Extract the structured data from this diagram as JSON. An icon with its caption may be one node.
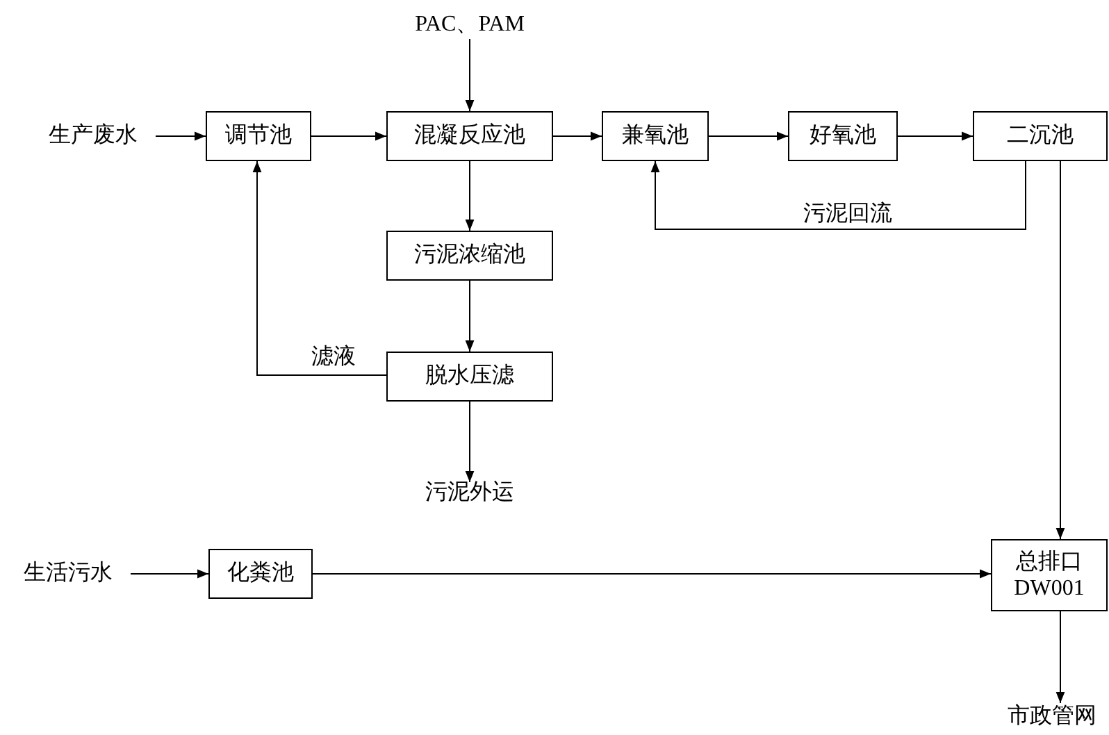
{
  "diagram": {
    "nodes": [
      {
        "text": [
          "生产废水"
        ]
      },
      {
        "text": [
          "调节池"
        ]
      },
      {
        "text": [
          "混凝反应池"
        ]
      },
      {
        "text": [
          "PAC、PAM"
        ]
      },
      {
        "text": [
          "兼氧池"
        ]
      },
      {
        "text": [
          "好氧池"
        ]
      },
      {
        "text": [
          "二沉池"
        ]
      },
      {
        "text": [
          "污泥浓缩池"
        ]
      },
      {
        "text": [
          "脱水压滤"
        ]
      },
      {
        "text": [
          "污泥外运"
        ]
      },
      {
        "text": [
          "生活污水"
        ]
      },
      {
        "text": [
          "化粪池"
        ]
      },
      {
        "text": [
          "总排口 DW001"
        ]
      },
      {
        "text": [
          "市政管网"
        ]
      }
    ],
    "edges": [
      {
        "from": 0,
        "to": 1,
        "arrow": "to"
      },
      {
        "from": 1,
        "to": 2,
        "arrow": "to"
      },
      {
        "from": 3,
        "to": 2,
        "arrow": "to"
      },
      {
        "from": 2,
        "to": 4,
        "arrow": "to"
      },
      {
        "from": 4,
        "to": 5,
        "arrow": "to"
      },
      {
        "from": 5,
        "to": 6,
        "arrow": "to"
      },
      {
        "from": 6,
        "to": 4,
        "arrow": "to",
        "label": "污泥回流"
      },
      {
        "from": 2,
        "to": 7,
        "arrow": "to"
      },
      {
        "from": 7,
        "to": 8,
        "arrow": "to"
      },
      {
        "from": 8,
        "to": 1,
        "arrow": "to",
        "label": "滤液"
      },
      {
        "from": 8,
        "to": 9,
        "arrow": "to"
      },
      {
        "from": 10,
        "to": 11,
        "arrow": "to"
      },
      {
        "from": 11,
        "to": 12,
        "arrow": "to"
      },
      {
        "from": 6,
        "to": 12,
        "arrow": "to"
      },
      {
        "from": 12,
        "to": 13,
        "arrow": "to"
      }
    ]
  }
}
